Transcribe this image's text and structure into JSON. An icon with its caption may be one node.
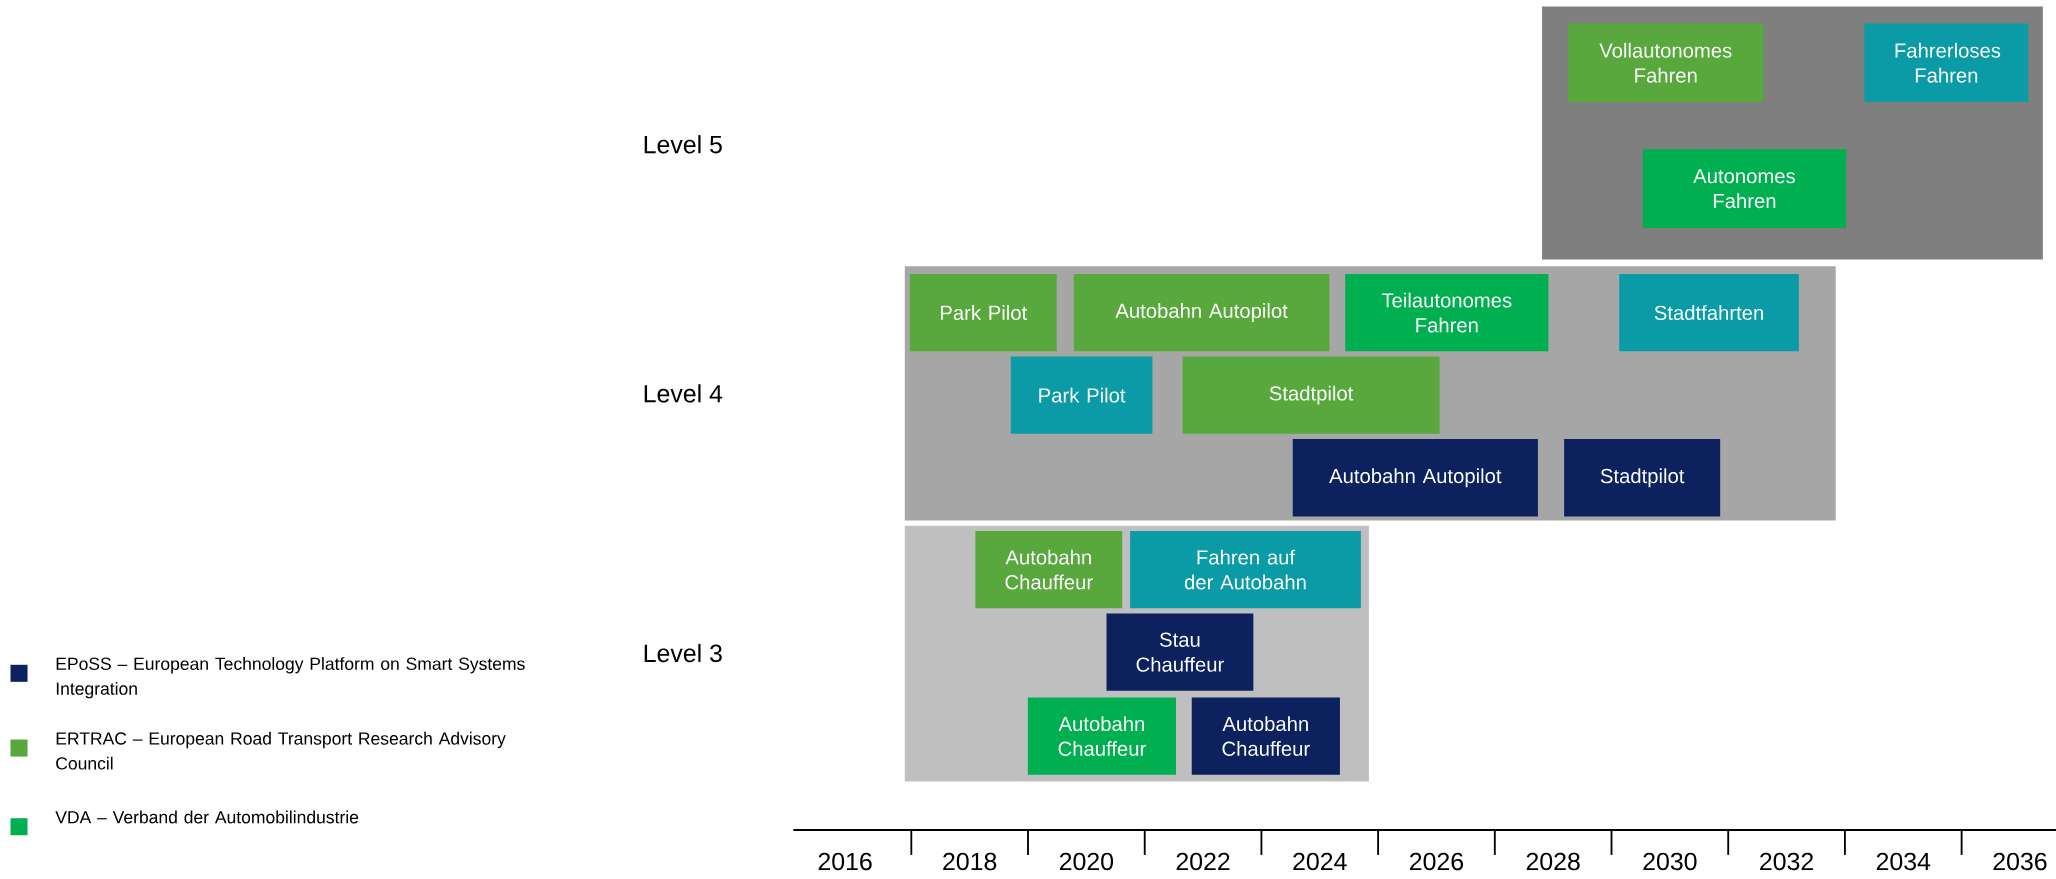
{
  "diagram": {
    "nodes": [
      {
        "text": [],
        "shape": "box"
      },
      {
        "text": [
          "Vollautonomes Fahren"
        ],
        "in": 0
      },
      {
        "text": [
          "Fahrerloses Fahren"
        ],
        "in": 0
      },
      {
        "text": [
          "Autonomes Fahren"
        ],
        "in": 0
      },
      {
        "text": [],
        "shape": "box"
      },
      {
        "text": [
          "Park Pilot"
        ],
        "in": 4
      },
      {
        "text": [
          "Autobahn Autopilot"
        ],
        "in": 4
      },
      {
        "text": [
          "Teilautonomes Fahren"
        ],
        "in": 4
      },
      {
        "text": [
          "Stadtfahrten"
        ],
        "in": 4
      },
      {
        "text": [
          "Park Pilot"
        ],
        "in": 4
      },
      {
        "text": [
          "Stadtpilot"
        ],
        "in": 4
      },
      {
        "text": [
          "Autobahn Autopilot"
        ],
        "in": 4
      },
      {
        "text": [
          "Stadtpilot"
        ],
        "in": 4
      },
      {
        "text": [],
        "shape": "box"
      },
      {
        "text": [
          "Autobahn Chauffeur"
        ],
        "in": 13
      },
      {
        "text": [
          "Fahren auf der Autobahn"
        ],
        "in": 13
      },
      {
        "text": [
          "Stau Chauffeur"
        ],
        "in": 13
      },
      {
        "text": [
          "Autobahn Chauffeur"
        ],
        "in": 13
      },
      {
        "text": [
          "Autobahn Chauffeur"
        ],
        "in": 13
      }
    ],
    "labels": [
      "Level 5",
      "Level 4",
      "Level 3",
      "2016",
      "2018",
      "2020",
      "2022",
      "2024",
      "2026",
      "2028",
      "2030",
      "2032",
      "2034",
      "2036"
    ],
    "legend": [
      {
        "text": "EPoSS – European Technology Platform on Smart Systems Integration",
        "color": "#0c215e"
      },
      {
        "text": "ERTRAC – European Road Transport Research Advisory Council",
        "color": "#59a83d"
      },
      {
        "text": "VDA – Verband der Automobilindustrie",
        "color": "#00b050"
      }
    ]
  }
}
